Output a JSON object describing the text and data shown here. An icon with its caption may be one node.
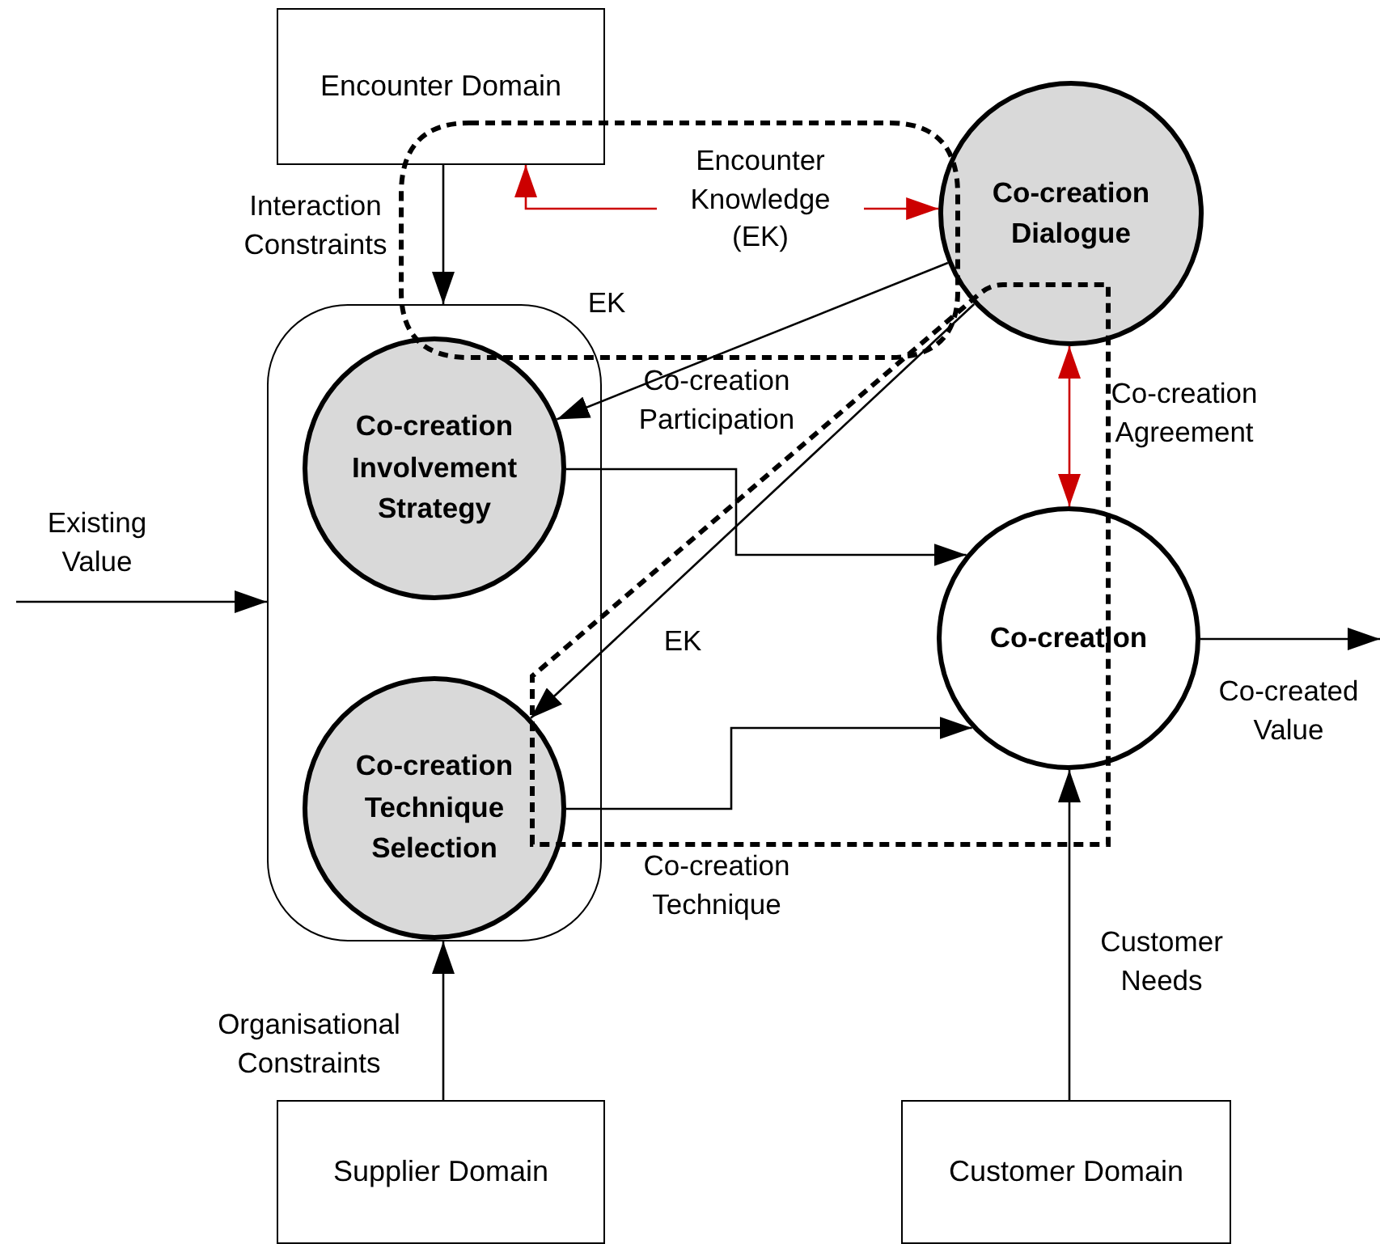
{
  "diagram": {
    "nodes": [
      {
        "text": [
          "Encounter Domain"
        ]
      },
      {
        "text": [
          "Co-creation Dialogue"
        ]
      },
      {
        "text": [],
        "shape": "box"
      },
      {
        "text": [
          "Co-creation Involvement Strategy"
        ],
        "in": 2
      },
      {
        "text": [
          "Co-creation Technique Selection"
        ],
        "in": 2
      },
      {
        "text": [
          "Co-creation"
        ]
      },
      {
        "text": [
          "Supplier Domain"
        ]
      },
      {
        "text": [
          "Customer Domain"
        ]
      }
    ],
    "edges": [
      {
        "from": 0,
        "to": 2,
        "arrow": "to",
        "label": "Interaction Constraints"
      },
      {
        "from": 0,
        "to": 1,
        "arrow": "both",
        "color": "#cc0000",
        "label": "Encounter Knowledge (EK)"
      },
      {
        "from": 1,
        "to": 3,
        "arrow": "to",
        "label": "EK"
      },
      {
        "from": 1,
        "to": 4,
        "arrow": "to",
        "label": "EK"
      },
      {
        "from": 3,
        "to": 5,
        "arrow": "to"
      },
      {
        "from": 4,
        "to": 5,
        "arrow": "to"
      },
      {
        "from": 1,
        "to": 5,
        "arrow": "both",
        "color": "#cc0000",
        "label": "Co-creation Agreement"
      },
      {
        "from": null,
        "to": 2,
        "arrow": "to",
        "label": "Existing Value"
      },
      {
        "from": 5,
        "to": null,
        "arrow": "to",
        "label": "Co-created Value"
      },
      {
        "from": 6,
        "to": 2,
        "arrow": "to",
        "label": "Organisational Constraints"
      },
      {
        "from": 7,
        "to": 5,
        "arrow": "to",
        "label": "Customer Needs"
      }
    ],
    "labels": [
      "Co-creation Participation",
      "Co-creation Technique"
    ]
  }
}
